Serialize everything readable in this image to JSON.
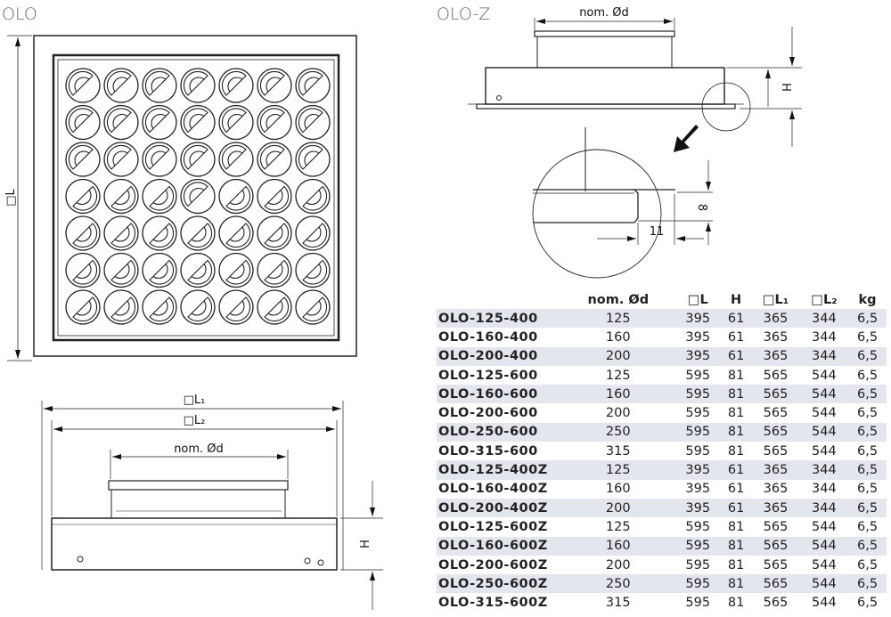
{
  "titles": {
    "olo": "OLO",
    "oloz": "OLO-Z"
  },
  "dimensions": {
    "L": "□L",
    "L1": "□L₁",
    "L2": "□L₂",
    "nom_d": "nom. Ød",
    "H": "H",
    "detail_8": "8",
    "detail_11": "11"
  },
  "table": {
    "headers": [
      "",
      "nom. Ød",
      "□L",
      "H",
      "□L₁",
      "□L₂",
      "kg"
    ],
    "rows": [
      [
        "OLO-125-400",
        "125",
        "395",
        "61",
        "365",
        "344",
        "6,5"
      ],
      [
        "OLO-160-400",
        "160",
        "395",
        "61",
        "365",
        "344",
        "6,5"
      ],
      [
        "OLO-200-400",
        "200",
        "395",
        "61",
        "365",
        "344",
        "6,5"
      ],
      [
        "OLO-125-600",
        "125",
        "595",
        "81",
        "565",
        "544",
        "6,5"
      ],
      [
        "OLO-160-600",
        "160",
        "595",
        "81",
        "565",
        "544",
        "6,5"
      ],
      [
        "OLO-200-600",
        "200",
        "595",
        "81",
        "565",
        "544",
        "6,5"
      ],
      [
        "OLO-250-600",
        "250",
        "595",
        "81",
        "565",
        "544",
        "6,5"
      ],
      [
        "OLO-315-600",
        "315",
        "595",
        "81",
        "565",
        "544",
        "6,5"
      ],
      [
        "OLO-125-400Z",
        "125",
        "395",
        "61",
        "365",
        "344",
        "6,5"
      ],
      [
        "OLO-160-400Z",
        "160",
        "395",
        "61",
        "365",
        "344",
        "6,5"
      ],
      [
        "OLO-200-400Z",
        "200",
        "395",
        "61",
        "365",
        "344",
        "6,5"
      ],
      [
        "OLO-125-600Z",
        "125",
        "595",
        "81",
        "565",
        "544",
        "6,5"
      ],
      [
        "OLO-160-600Z",
        "160",
        "595",
        "81",
        "565",
        "544",
        "6,5"
      ],
      [
        "OLO-200-600Z",
        "200",
        "595",
        "81",
        "565",
        "544",
        "6,5"
      ],
      [
        "OLO-250-600Z",
        "250",
        "595",
        "81",
        "565",
        "544",
        "6,5"
      ],
      [
        "OLO-315-600Z",
        "315",
        "595",
        "81",
        "565",
        "544",
        "6,5"
      ]
    ]
  },
  "colors": {
    "stripe": "#e3e6ed",
    "line": "#222222",
    "title": "#666666"
  }
}
